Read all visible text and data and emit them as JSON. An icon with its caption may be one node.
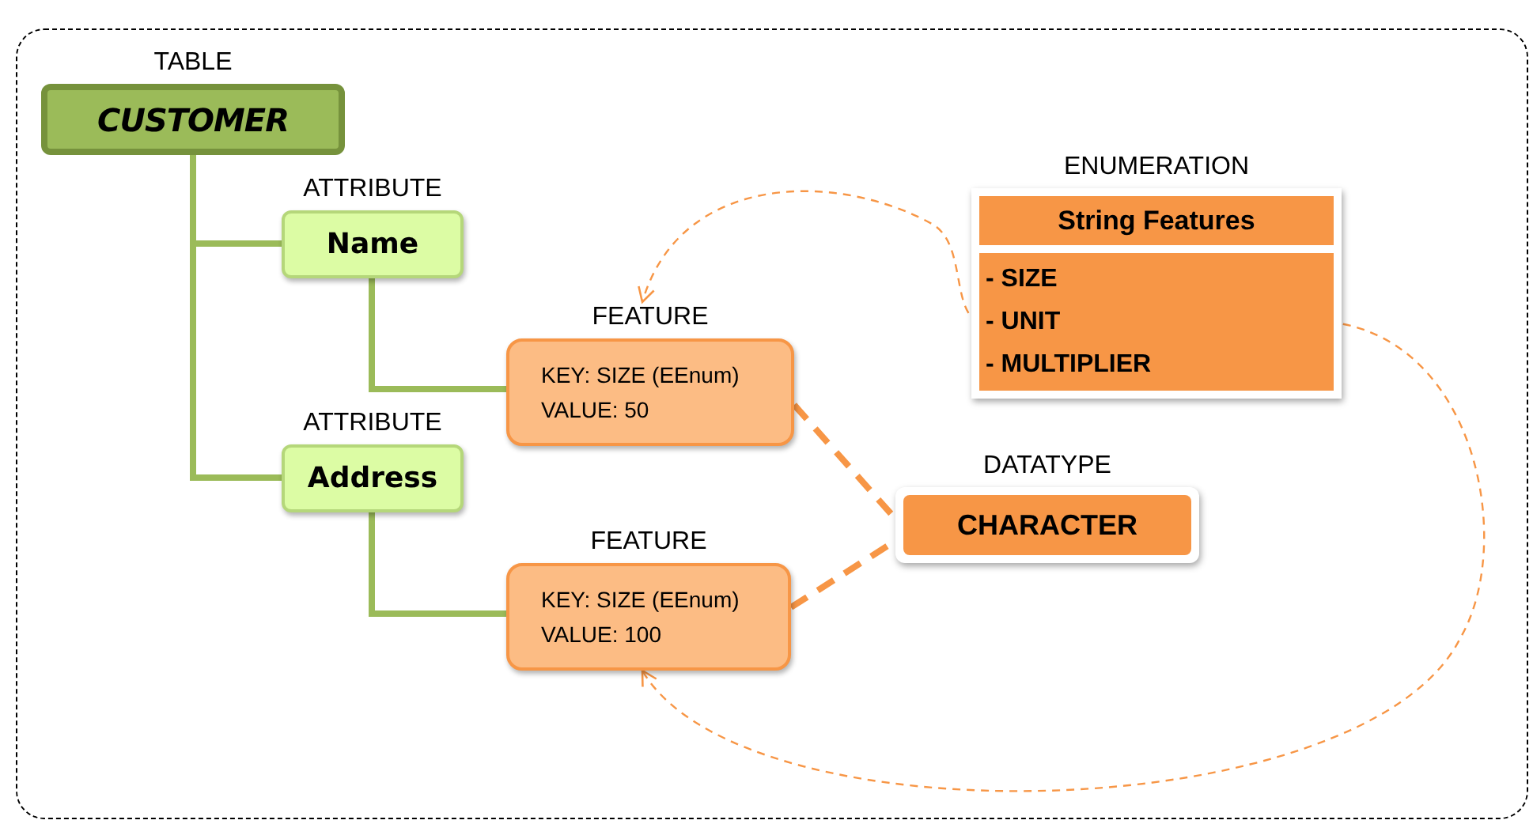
{
  "diagram": {
    "nodes": [
      {
        "text": [
          "TABLE",
          "CUSTOMER"
        ]
      },
      {
        "text": [
          "ATTRIBUTE",
          "Name"
        ]
      },
      {
        "text": [
          "ATTRIBUTE",
          "Address"
        ]
      },
      {
        "text": [
          "FEATURE",
          "KEY: SIZE (EEnum)",
          "VALUE: 50"
        ]
      },
      {
        "text": [
          "FEATURE",
          "KEY: SIZE (EEnum)",
          "VALUE: 100"
        ]
      },
      {
        "text": [
          "DATATYPE",
          "CHARACTER"
        ]
      },
      {
        "text": [
          "ENUMERATION"
        ]
      },
      {
        "text": [
          "String Features"
        ],
        "in": 6
      },
      {
        "text": [
          "- SIZE"
        ],
        "in": 6
      },
      {
        "text": [
          "- UNIT"
        ],
        "in": 6
      },
      {
        "text": [
          "- MULTIPLIER"
        ],
        "in": 6
      }
    ],
    "edges": [
      {
        "from": 0,
        "to": 1,
        "arrow": "none",
        "color": "#9bbb59"
      },
      {
        "from": 0,
        "to": 2,
        "arrow": "none",
        "color": "#9bbb59"
      },
      {
        "from": 1,
        "to": 3,
        "arrow": "none",
        "color": "#9bbb59"
      },
      {
        "from": 2,
        "to": 4,
        "arrow": "none",
        "color": "#9bbb59"
      },
      {
        "from": 3,
        "to": 5,
        "arrow": "none",
        "style": "dashed",
        "color": "#f79646"
      },
      {
        "from": 4,
        "to": 5,
        "arrow": "none",
        "style": "dashed",
        "color": "#f79646"
      },
      {
        "from": 9,
        "to": 3,
        "arrow": "to",
        "style": "dashed",
        "color": "#f79646"
      },
      {
        "from": 9,
        "to": 4,
        "arrow": "to",
        "style": "dashed",
        "color": "#f79646"
      }
    ]
  }
}
